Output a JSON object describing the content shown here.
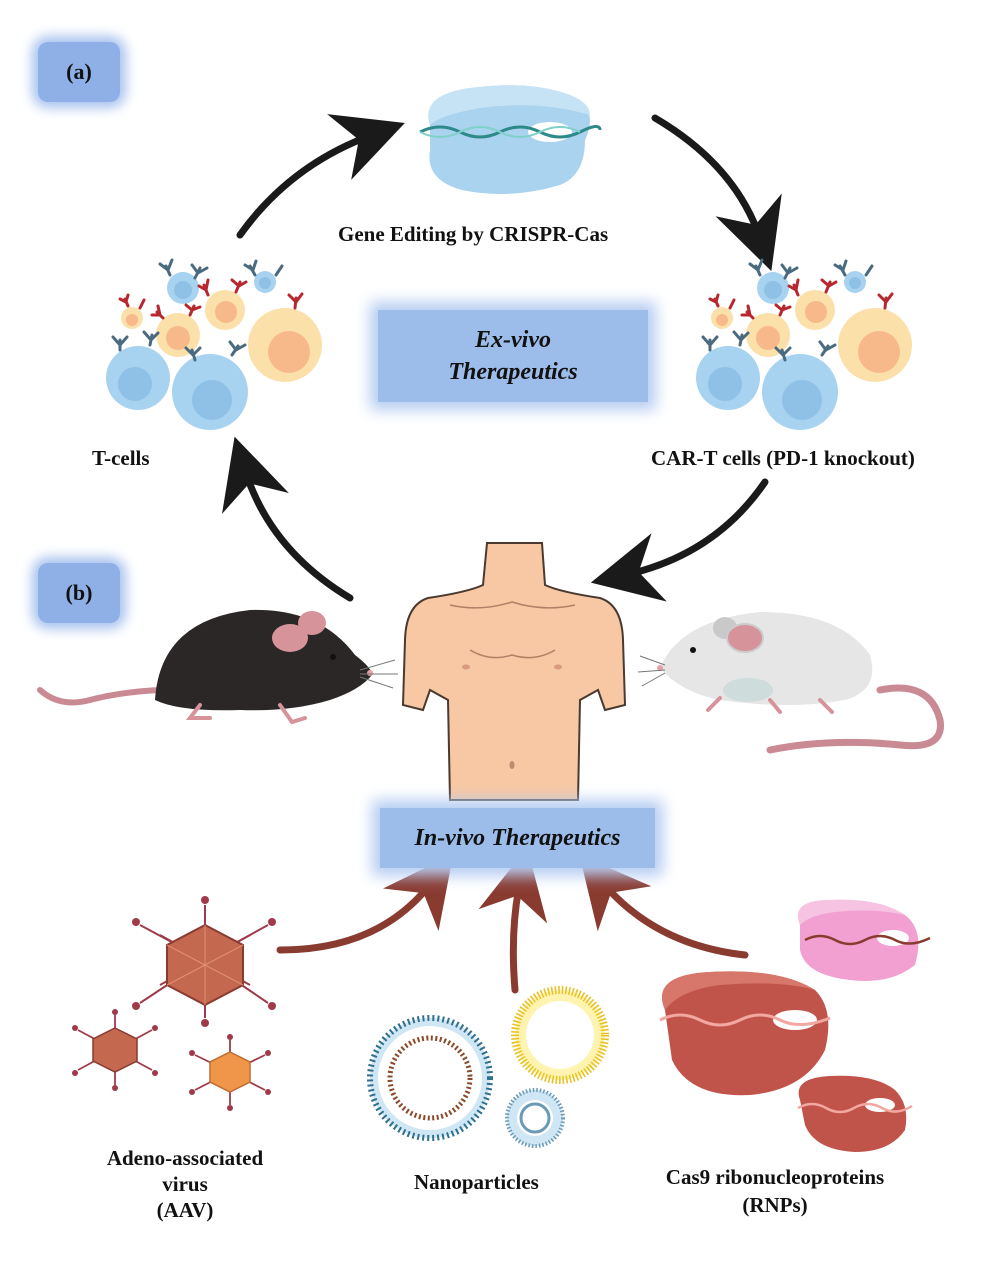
{
  "panel_labels": {
    "a": "(a)",
    "b": "(b)"
  },
  "ex_vivo": {
    "line1": "Ex-vivo",
    "line2": "Therapeutics"
  },
  "in_vivo": {
    "label": "In-vivo Therapeutics"
  },
  "labels": {
    "gene_editing": "Gene Editing by CRISPR-Cas",
    "t_cells": "T-cells",
    "car_t": "CAR-T cells (PD-1 knockout)",
    "aav_line1": "Adeno-associated",
    "aav_line2": "virus",
    "aav_line3": "(AAV)",
    "nanoparticles": "Nanoparticles",
    "rnp_line1": "Cas9 ribonucleoproteins",
    "rnp_line2": "(RNPs)"
  },
  "colors": {
    "cycle_arrow": "#1a1a1a",
    "delivery_arrow": "#8a3b30",
    "label_box": "#9cbce9",
    "cas_protein": "#a9d3ee",
    "rnp_protein": "#c0544a",
    "rnp_pink": "#f2a0d2",
    "skin": "#f7c8a3",
    "black_mouse": "#2b2727",
    "white_mouse": "#e6e6e6"
  }
}
